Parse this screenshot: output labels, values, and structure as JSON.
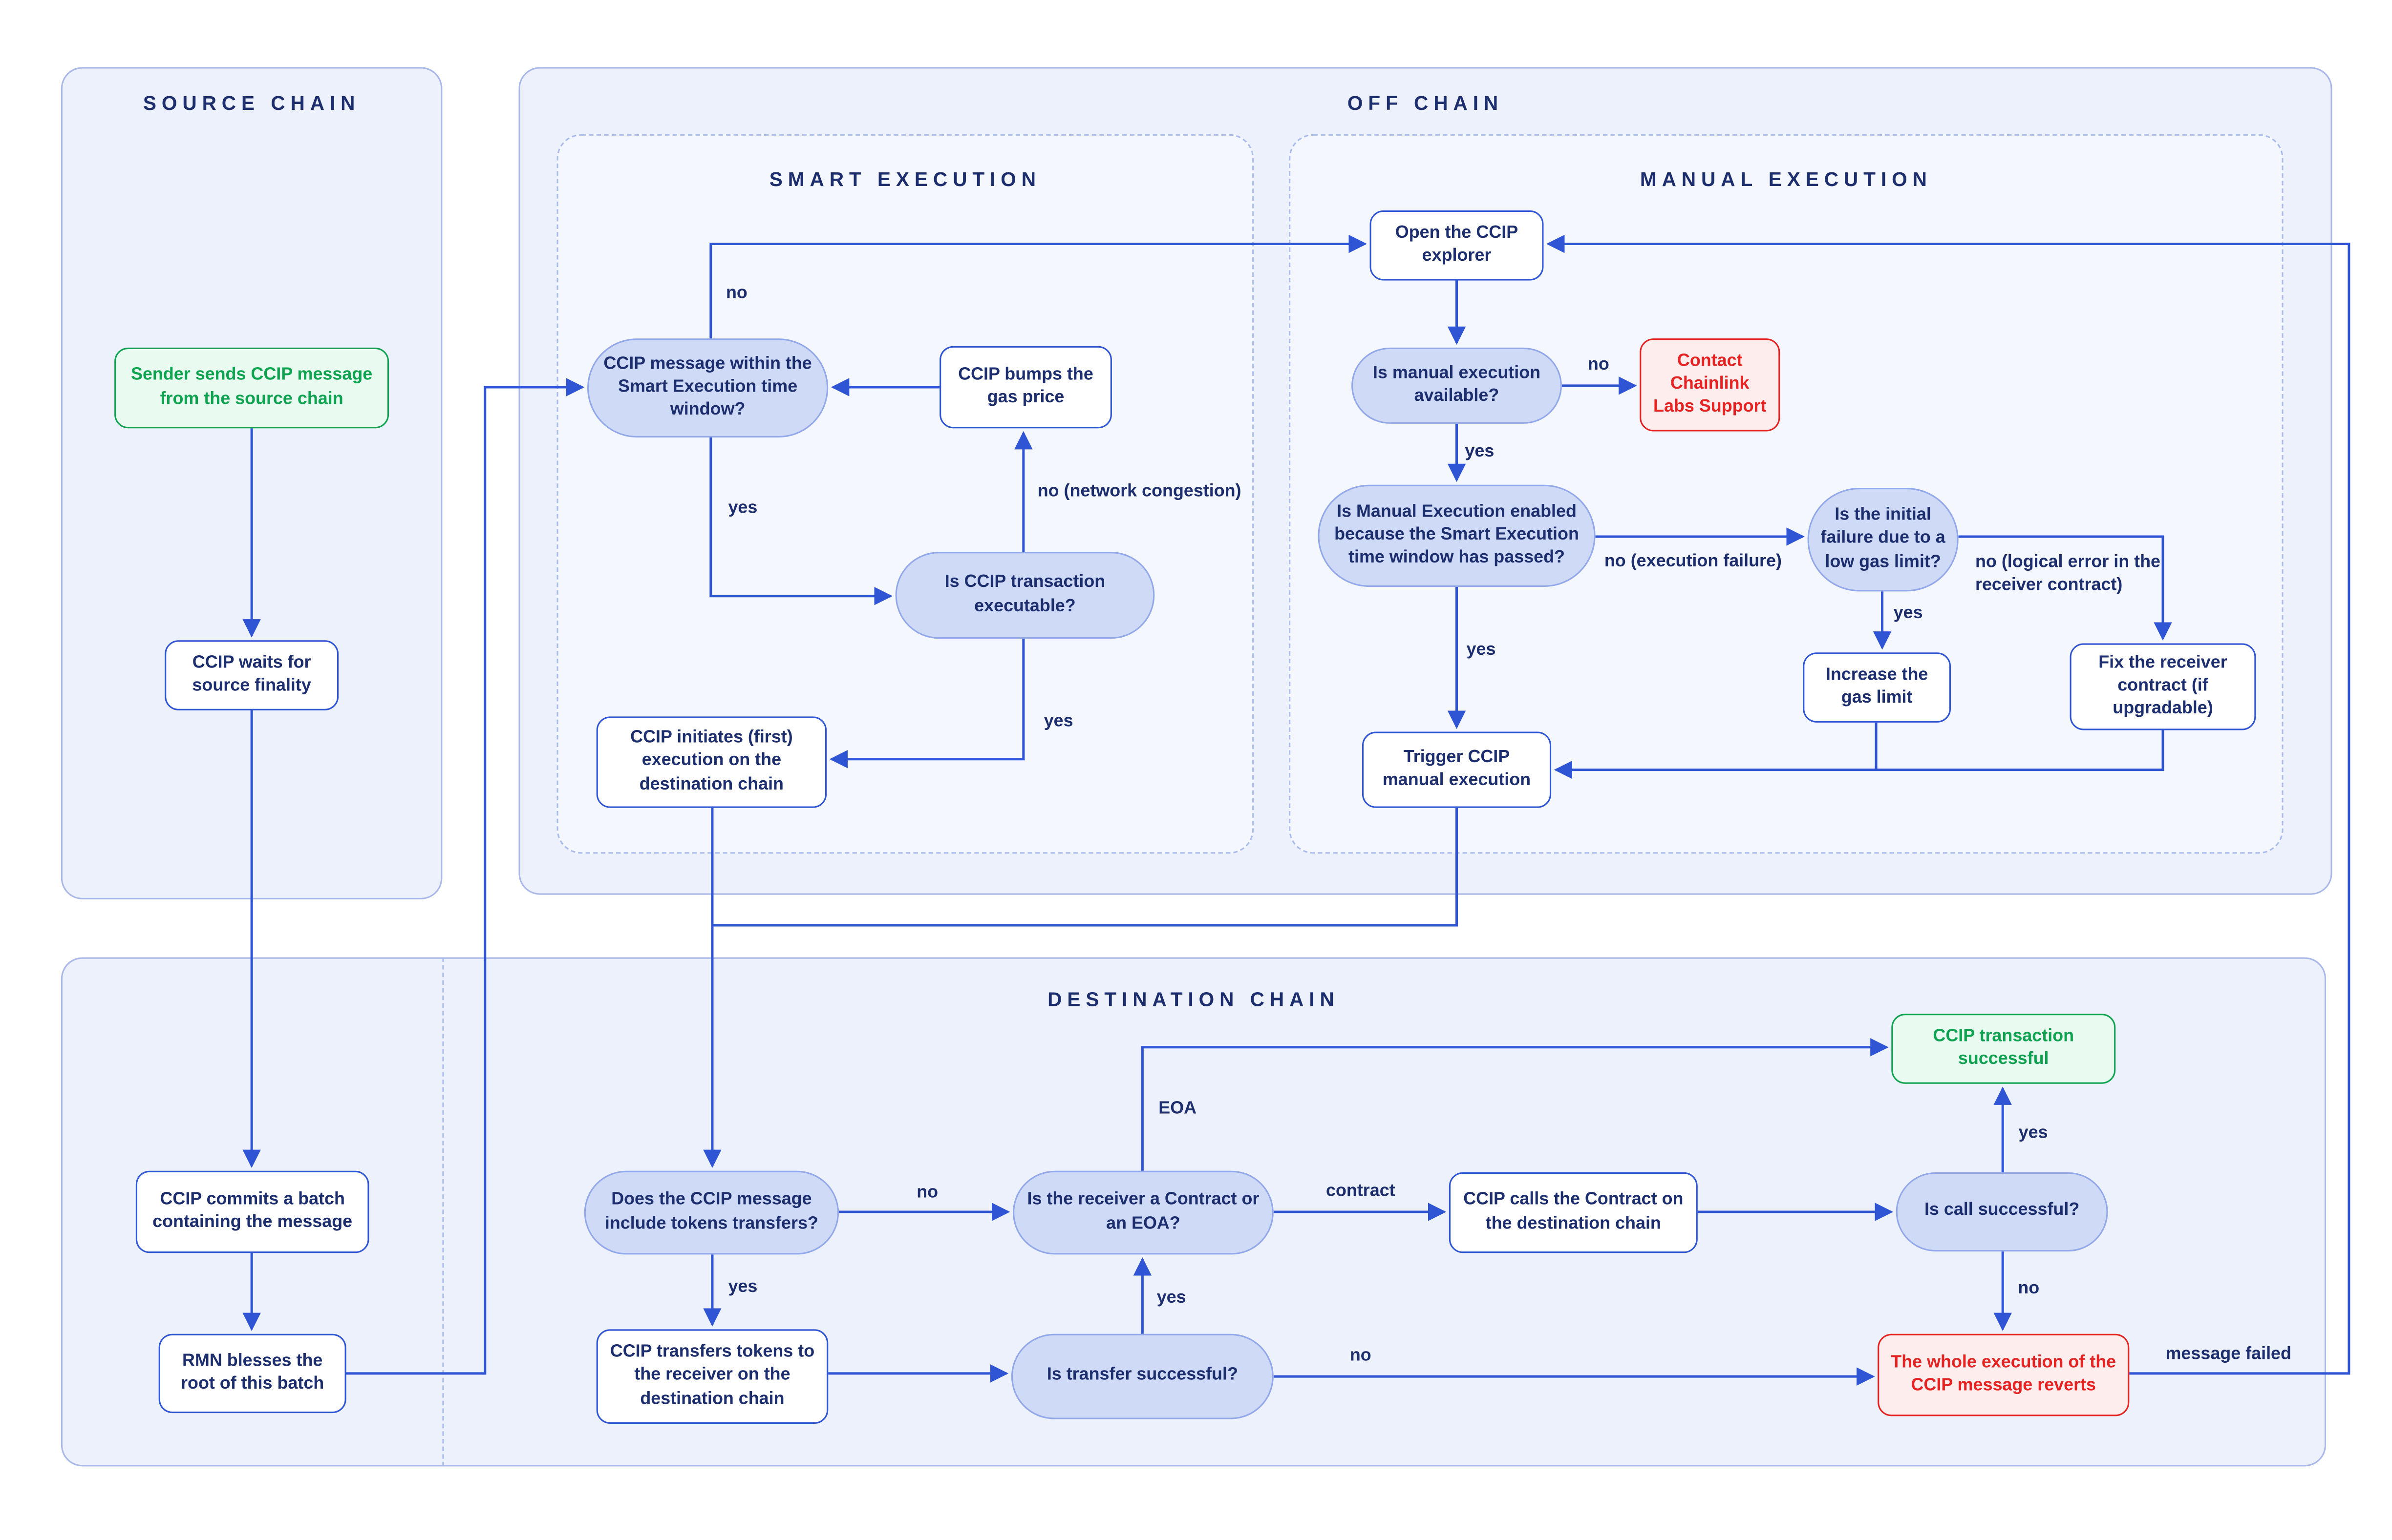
{
  "colors": {
    "accent_blue": "#2F55D4",
    "navy_text": "#1D2E6E",
    "decision_fill": "#CFDAF7",
    "decision_border": "#92A8E9",
    "panel_fill": "#EDF1FB",
    "panel_border": "#A9B7E9",
    "success_green": "#0FA351",
    "success_fill": "#E9FBF1",
    "error_red": "#E42322",
    "error_fill": "#FDEDED"
  },
  "panels": {
    "source_chain": "SOURCE CHAIN",
    "off_chain": "OFF CHAIN",
    "smart_execution": "SMART EXECUTION",
    "manual_execution": "MANUAL EXECUTION",
    "destination_chain": "DESTINATION CHAIN"
  },
  "nodes": {
    "sender_sends": "Sender sends CCIP message from the source chain",
    "ccip_waits": "CCIP waits for source finality",
    "ccip_commits": "CCIP commits a batch containing the message",
    "rmn_blesses": "RMN blesses the root of this batch",
    "msg_within_window": "CCIP message within the Smart Execution time window?",
    "ccip_bumps": "CCIP bumps the gas price",
    "is_executable": "Is CCIP transaction executable?",
    "ccip_initiates": "CCIP initiates (first) execution on the destination chain",
    "open_explorer": "Open the CCIP explorer",
    "is_manual_available": "Is manual execution available?",
    "contact_support": "Contact Chainlink Labs Support",
    "is_manual_enabled": "Is Manual Execution enabled because the Smart Execution time window has passed?",
    "is_initial_failure": "Is the initial failure due to a low gas limit?",
    "increase_gas": "Increase the gas limit",
    "fix_receiver": "Fix the receiver contract (if upgradable)",
    "trigger_manual": "Trigger CCIP manual execution",
    "does_include_tokens": "Does the CCIP message include tokens transfers?",
    "is_receiver_contract": "Is the receiver a Contract or an EOA?",
    "ccip_calls_contract": "CCIP calls the Contract on the destination chain",
    "is_call_successful": "Is call successful?",
    "ccip_tx_successful": "CCIP transaction successful",
    "ccip_transfers_tokens": "CCIP transfers tokens to the receiver on the destination chain",
    "is_transfer_successful": "Is transfer successful?",
    "whole_execution_reverts": "The whole execution of the CCIP message reverts"
  },
  "labels": {
    "smart_no": "no",
    "smart_yes": "yes",
    "network_congestion": "no (network congestion)",
    "executable_yes": "yes",
    "manual_available_no": "no",
    "manual_available_yes": "yes",
    "execution_failure": "no (execution failure)",
    "manual_enabled_yes": "yes",
    "initial_failure_yes": "yes",
    "logical_error": "no (logical error in the receiver contract)",
    "eoa": "EOA",
    "tokens_no": "no",
    "tokens_yes": "yes",
    "contract": "contract",
    "call_yes": "yes",
    "call_no": "no",
    "transfer_yes": "yes",
    "transfer_no": "no",
    "message_failed": "message failed"
  }
}
